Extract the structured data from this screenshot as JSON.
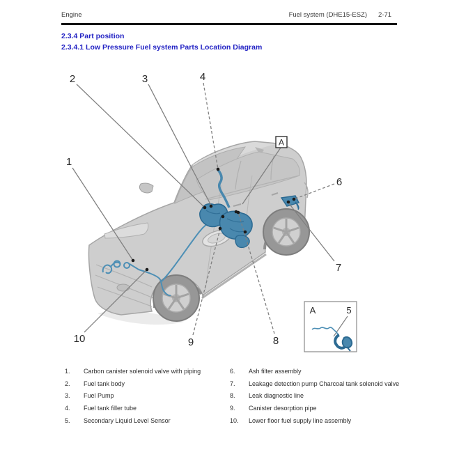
{
  "header": {
    "left": "Engine",
    "right": "Fuel system (DHE15-ESZ)",
    "page": "2-71"
  },
  "headings": {
    "section": "2.3.4 Part position",
    "subsection": "2.3.4.1 Low Pressure Fuel system Parts Location Diagram"
  },
  "diagram": {
    "callouts": [
      {
        "id": "1",
        "label": "1"
      },
      {
        "id": "2",
        "label": "2"
      },
      {
        "id": "3",
        "label": "3"
      },
      {
        "id": "4",
        "label": "4"
      },
      {
        "id": "6",
        "label": "6"
      },
      {
        "id": "7",
        "label": "7"
      },
      {
        "id": "8",
        "label": "8"
      },
      {
        "id": "9",
        "label": "9"
      },
      {
        "id": "10",
        "label": "10"
      }
    ],
    "detail_marker": "A",
    "inset": {
      "label": "A",
      "callout": "5"
    }
  },
  "legend": {
    "left": [
      {
        "num": "1.",
        "label": "Carbon canister solenoid valve with piping"
      },
      {
        "num": "2.",
        "label": "Fuel tank body"
      },
      {
        "num": "3.",
        "label": "Fuel Pump"
      },
      {
        "num": "4.",
        "label": "Fuel tank filler tube"
      },
      {
        "num": "5.",
        "label": "Secondary Liquid Level Sensor"
      }
    ],
    "right": [
      {
        "num": "6.",
        "label": "Ash filter assembly"
      },
      {
        "num": "7.",
        "label": "Leakage detection pump Charcoal tank solenoid valve"
      },
      {
        "num": "8.",
        "label": "Leak diagnostic line"
      },
      {
        "num": "9.",
        "label": "Canister desorption pipe"
      },
      {
        "num": "10.",
        "label": "Lower floor fuel supply line assembly"
      }
    ]
  },
  "colors": {
    "heading_blue": "#2424c4",
    "component_blue": "#4988ae",
    "component_dark_blue": "#2c6a92",
    "body_gray": "#cecece",
    "leader_gray": "#808080"
  }
}
